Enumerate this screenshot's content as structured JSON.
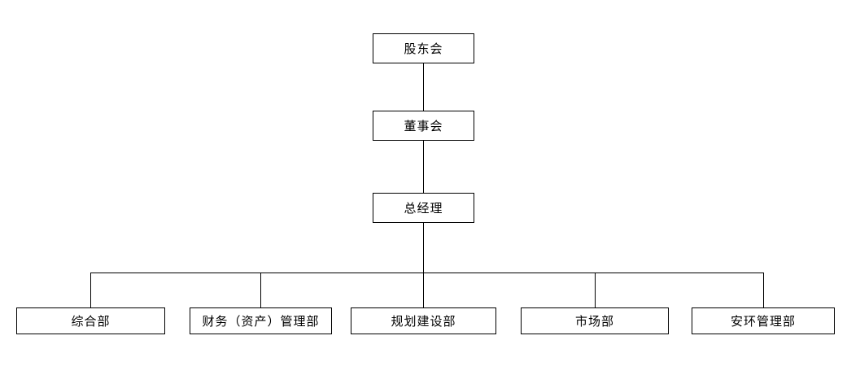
{
  "chart_data": {
    "type": "org-chart",
    "title": "",
    "nodes": {
      "shareholders": {
        "label": "股东会",
        "level": 1
      },
      "board": {
        "label": "董事会",
        "level": 2
      },
      "general_manager": {
        "label": "总经理",
        "level": 3
      },
      "dept_general": {
        "label": "综合部",
        "level": 4
      },
      "dept_finance": {
        "label": "财务（资产）管理部",
        "level": 4
      },
      "dept_planning": {
        "label": "规划建设部",
        "level": 4
      },
      "dept_market": {
        "label": "市场部",
        "level": 4
      },
      "dept_safety": {
        "label": "安环管理部",
        "level": 4
      }
    },
    "edges": [
      [
        "股东会",
        "董事会"
      ],
      [
        "董事会",
        "总经理"
      ],
      [
        "总经理",
        "综合部"
      ],
      [
        "总经理",
        "财务（资产）管理部"
      ],
      [
        "总经理",
        "规划建设部"
      ],
      [
        "总经理",
        "市场部"
      ],
      [
        "总经理",
        "安环管理部"
      ]
    ],
    "colors": {
      "box_border": "#000000",
      "box_fill": "#ffffff",
      "line": "#000000",
      "text": "#000000",
      "background": "#ffffff"
    }
  }
}
